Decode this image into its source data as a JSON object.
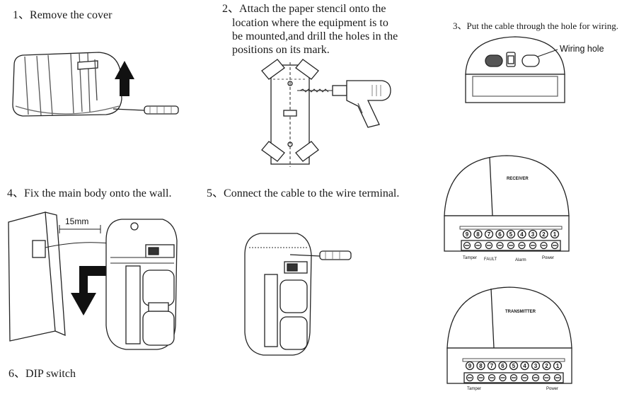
{
  "steps": [
    {
      "num": "1、",
      "text": "Remove the cover"
    },
    {
      "num": "2、",
      "lines": [
        "Attach the paper stencil onto the",
        "location where the equipment is to",
        "be mounted,and drill the holes in the",
        "positions on its mark."
      ]
    },
    {
      "num": "3、",
      "text": "Put the cable through the hole for wiring."
    },
    {
      "num": "4、",
      "text": "Fix the main body onto the wall."
    },
    {
      "num": "5、",
      "text": "Connect the cable to the wire terminal."
    },
    {
      "num": "6、",
      "text": "DIP switch"
    }
  ],
  "callouts": {
    "wiring_hole": "Wiring hole",
    "distance": "15mm"
  },
  "receiver": {
    "title": "RECEIVER",
    "terminals": [
      "9",
      "8",
      "7",
      "6",
      "5",
      "4",
      "3",
      "2",
      "1"
    ],
    "labels": {
      "tamper": "Tamper",
      "fault": "FAULT",
      "alarm": "Alarm",
      "power": "Power"
    }
  },
  "transmitter": {
    "title": "TRANSMITTER",
    "terminals": [
      "9",
      "8",
      "7",
      "6",
      "5",
      "4",
      "3",
      "2",
      "1"
    ],
    "labels": {
      "tamper": "Tamper",
      "power": "Power"
    }
  }
}
